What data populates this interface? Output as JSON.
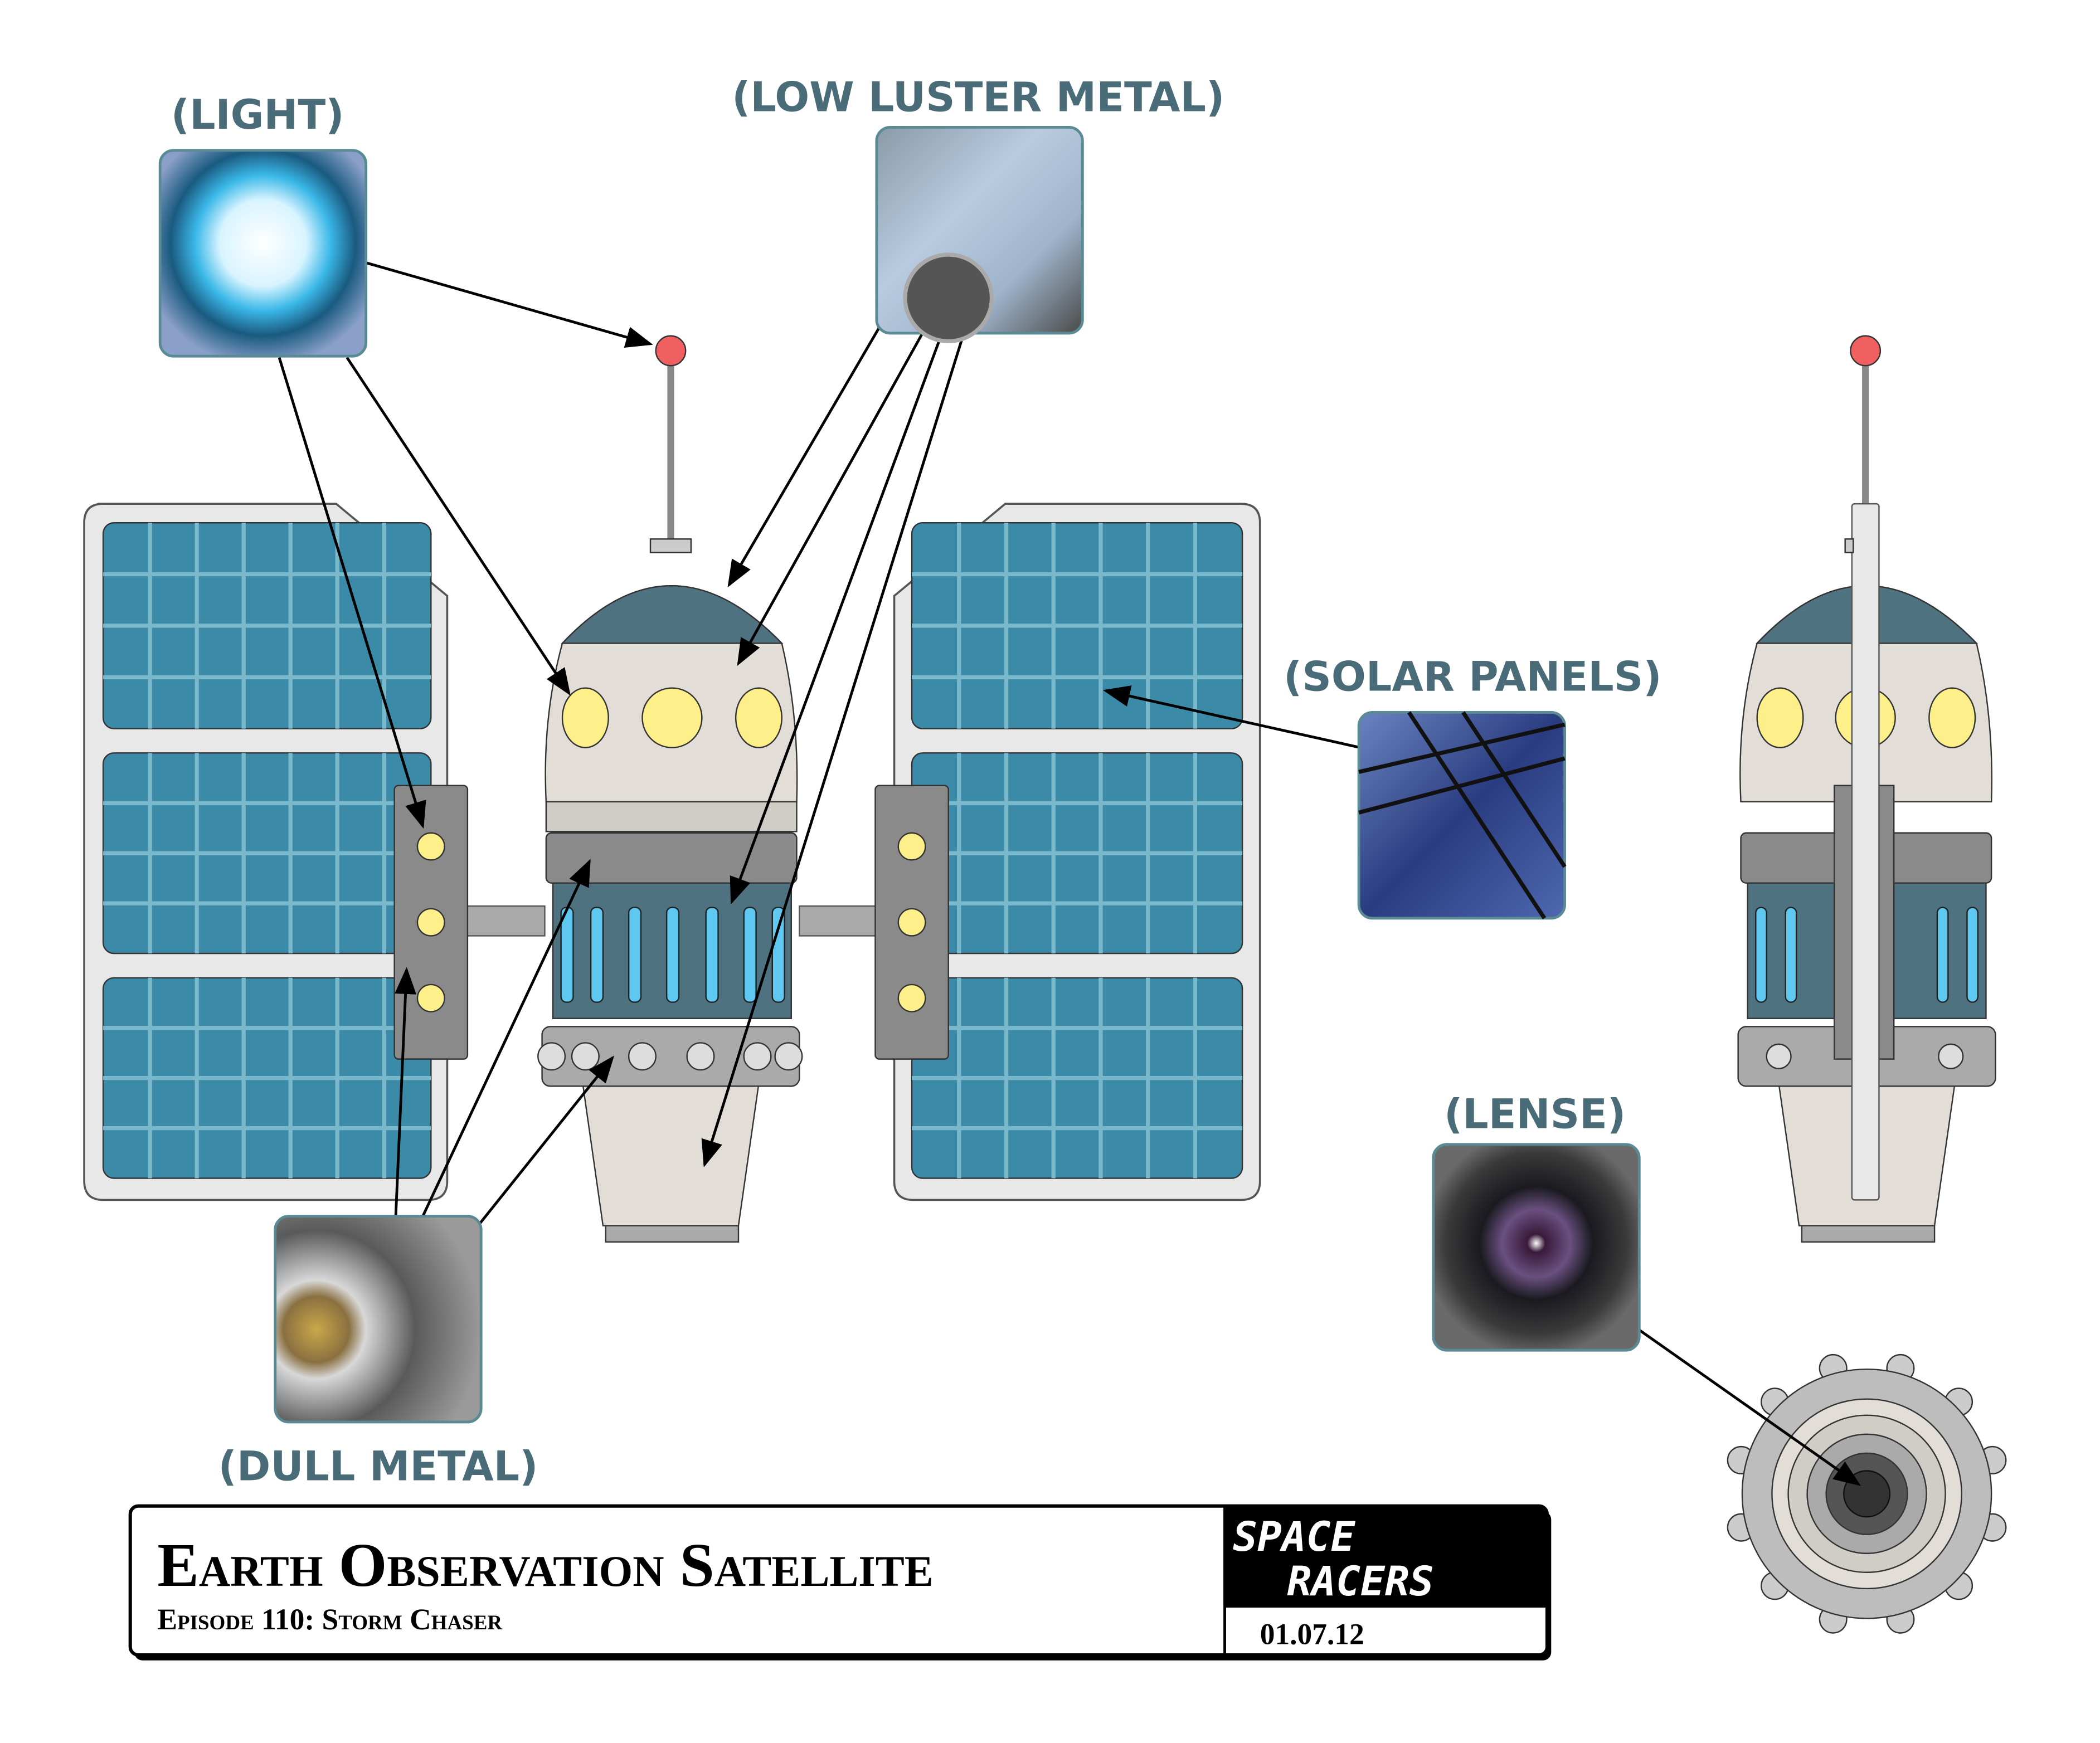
{
  "labels": {
    "light": "(LIGHT)",
    "low_luster_metal": "(LOW LUSTER METAL)",
    "solar_panels": "(SOLAR PANELS)",
    "dull_metal": "(DULL METAL)",
    "lense": "(LENSE)"
  },
  "title_block": {
    "title": "Earth Observation Satellite",
    "subtitle": "Episode 110: Storm Chaser",
    "logo_line1": "SPACE",
    "logo_line2": "RACERS",
    "date": "01.07.12"
  },
  "colors": {
    "panel_cell": "#3a8aa8",
    "panel_grid": "#7ab8cc",
    "dome": "#4f7280",
    "body": "#e2ddd6",
    "window": "#fdf08a",
    "antenna_tip": "#f06060",
    "label": "#4a6b78"
  }
}
